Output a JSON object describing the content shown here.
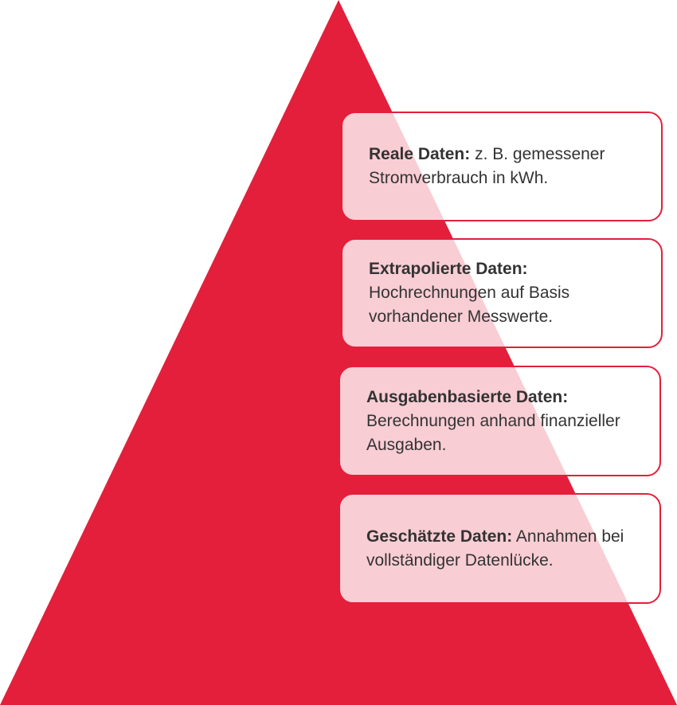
{
  "colors": {
    "pyramid": "#e31f3b",
    "card_border": "#e31f3b",
    "text": "#333333"
  },
  "levels": [
    {
      "term": "Reale Daten:",
      "description": "z. B. gemessener Stromverbrauch in kWh."
    },
    {
      "term": "Extrapolierte Daten:",
      "description": "Hochrechnungen auf Basis vorhandener Messwerte."
    },
    {
      "term": "Ausgabenbasierte Daten:",
      "description": "Berechnungen anhand finanzieller Ausgaben."
    },
    {
      "term": "Geschätzte Daten:",
      "description": "Annahmen bei vollständiger Datenlücke."
    }
  ]
}
